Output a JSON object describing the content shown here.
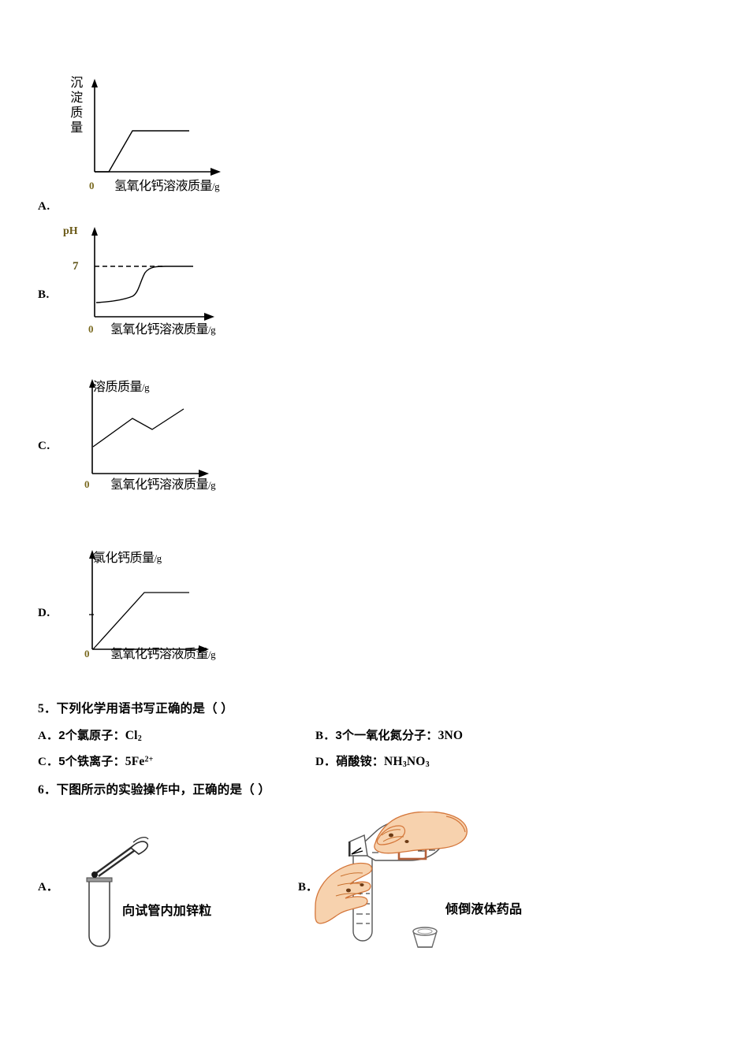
{
  "chart_options": [
    {
      "letter": "A.",
      "y_label": "沉淀质量",
      "y_label_orientation": "stacked-vertical",
      "x_label": "氢氧化钙溶液质量",
      "x_unit": "/g",
      "origin_label": "0",
      "chart_data": {
        "type": "line",
        "title": "",
        "xlabel": "氢氧化钙溶液质量/g",
        "ylabel": "沉淀质量",
        "x": [
          0,
          18,
          48,
          110
        ],
        "y": [
          0,
          0,
          52,
          52
        ],
        "description": "flat at zero, then steep rise, then plateau",
        "grid": false,
        "legend": "none"
      }
    },
    {
      "letter": "B.",
      "y_label": "pH",
      "y_label_orientation": "horizontal",
      "x_label": "氢氧化钙溶液质量",
      "x_unit": "/g",
      "origin_label": "0",
      "tick_label": "7",
      "chart_data": {
        "type": "line",
        "title": "",
        "xlabel": "氢氧化钙溶液质量/g",
        "ylabel": "pH",
        "ytick_values": [
          7
        ],
        "x": [
          0,
          20,
          38,
          46,
          52,
          62,
          80,
          115
        ],
        "y": [
          9,
          10,
          13,
          30,
          48,
          56,
          58,
          58
        ],
        "description": "S-shaped curve rising from acidic pH to pH 7 plateau; dashed reference line at pH 7",
        "grid": false,
        "legend": "none"
      }
    },
    {
      "letter": "C.",
      "y_label": "溶质质量",
      "y_label_orientation": "horizontal",
      "x_label": "氢氧化钙溶液质量",
      "x_unit": "/g",
      "origin_label": "0",
      "chart_data": {
        "type": "line",
        "title": "",
        "xlabel": "氢氧化钙溶液质量/g",
        "ylabel": "溶质质量/g",
        "x": [
          0,
          34,
          55,
          100
        ],
        "y": [
          18,
          52,
          36,
          58
        ],
        "description": "rises to a peak, dips to a valley, then rises again",
        "grid": false,
        "legend": "none"
      }
    },
    {
      "letter": "D.",
      "y_label": "氯化钙质量",
      "y_label_orientation": "horizontal",
      "x_label": "氢氧化钙溶液质量",
      "x_unit": "/g",
      "origin_label": "0",
      "chart_data": {
        "type": "line",
        "title": "",
        "xlabel": "氢氧化钙溶液质量/g",
        "ylabel": "氯化钙质量/g",
        "x": [
          0,
          62,
          120
        ],
        "y": [
          0,
          60,
          60
        ],
        "description": "linear rise from origin then plateau",
        "grid": false,
        "legend": "none"
      }
    }
  ],
  "question5": {
    "number": "5．",
    "stem": "下列化学用语书写正确的是（ ）",
    "choices": [
      {
        "tag": "A．",
        "text": "2个氯原子：",
        "formula_html": "Cl",
        "sub": "2",
        "sup": ""
      },
      {
        "tag": "B．",
        "text": "3个一氧化氮分子：",
        "formula_html": "3NO",
        "sub": "",
        "sup": ""
      },
      {
        "tag": "C．",
        "text": "5个铁离子：",
        "formula_html": "5Fe",
        "sub": "",
        "sup": "2+"
      },
      {
        "tag": "D．",
        "text": "硝酸铵：",
        "formula_html": "NH",
        "sub": "3",
        "sup": ""
      }
    ],
    "choice_d_tail_element": "NO",
    "choice_d_tail_sub": "3"
  },
  "question6": {
    "number": "6．",
    "stem": "下图所示的实验操作中，正确的是（ ）",
    "options": [
      {
        "letter": "A．",
        "caption": "向试管内加锌粒",
        "figure": "test-tube-with-tweezers-adding-zinc-granule"
      },
      {
        "letter": "B．",
        "caption": "倾倒液体药品",
        "figure": "hands-pouring-liquid-from-reagent-bottle-into-test-tube"
      }
    ]
  },
  "colors": {
    "ink": "#000000",
    "zero_label": "#7a6a20",
    "skin": "#f7d2ae",
    "skin_outline": "#d4763a",
    "glass_outline": "#4a4a4a",
    "label_brown": "#b4603a",
    "tube_cap_gray": "#9a9a9a"
  }
}
